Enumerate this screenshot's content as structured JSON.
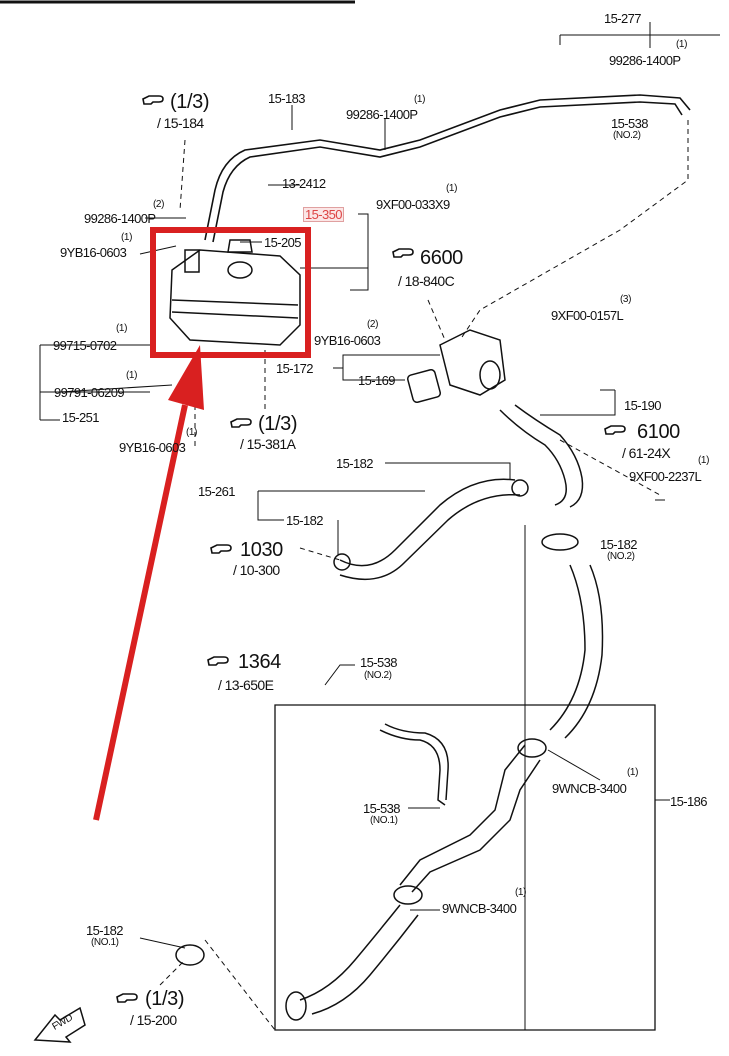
{
  "diagram": {
    "labels": {
      "p15_277": "15-277",
      "q99286_top": "(1)",
      "p99286_top": "99286-1400P",
      "p15_538_top": "15-538",
      "p15_538_top_sub": "(NO.2)",
      "ref_1_3_a": "(1/3)",
      "ref_15_184": "/ 15-184",
      "p15_183": "15-183",
      "q99286_mid": "(1)",
      "p99286_mid": "99286-1400P",
      "p13_2412": "13-2412",
      "q9xf00_033": "(1)",
      "p9xf00_033": "9XF00-033X9",
      "q99286_left": "(2)",
      "p99286_left": "99286-1400P",
      "p15_350": "15-350",
      "q9yb16_a": "(1)",
      "p9yb16_a": "9YB16-0603",
      "p15_205": "15-205",
      "ref_6600": "6600",
      "ref_18_840c": "/ 18-840C",
      "q9xf00_0157": "(3)",
      "p9xf00_0157": "9XF00-0157L",
      "q99715": "(1)",
      "p99715": "99715-0702",
      "q9yb16_b": "(2)",
      "p9yb16_b": "9YB16-0603",
      "p15_172": "15-172",
      "p15_169": "15-169",
      "q99791": "(1)",
      "p99791": "99791-06209",
      "p15_251": "15-251",
      "p15_190": "15-190",
      "ref_1_3_b": "(1/3)",
      "ref_15_381a": "/ 15-381A",
      "q9yb16_c": "(1)",
      "p9yb16_c": "9YB16-0603",
      "ref_6100": "6100",
      "ref_61_24x": "/ 61-24X",
      "q9xf00_2237": "(1)",
      "p9xf00_2237": "9XF00-2237L",
      "p15_182_a": "15-182",
      "p15_261": "15-261",
      "p15_182_b": "15-182",
      "ref_1030": "1030",
      "ref_10_300": "/ 10-300",
      "p15_182_no2": "15-182",
      "p15_182_no2_sub": "(NO.2)",
      "ref_1364": "1364",
      "ref_13_650e": "/ 13-650E",
      "p15_538_mid": "15-538",
      "p15_538_mid_sub": "(NO.2)",
      "q9wncb_a": "(1)",
      "p9wncb_a": "9WNCB-3400",
      "p15_186": "15-186",
      "p15_538_no1": "15-538",
      "p15_538_no1_sub": "(NO.1)",
      "q9wncb_b": "(1)",
      "p9wncb_b": "9WNCB-3400",
      "p15_182_no1": "15-182",
      "p15_182_no1_sub": "(NO.1)",
      "ref_1_3_c": "(1/3)",
      "ref_15_200": "/ 15-200",
      "fwd": "FWD"
    },
    "colors": {
      "highlight": "#d92020",
      "line": "#111111",
      "highlight_text": "#d44444"
    }
  }
}
